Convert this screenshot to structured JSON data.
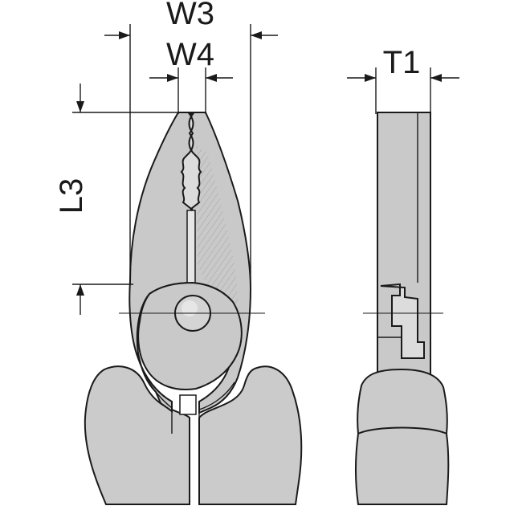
{
  "labels": {
    "w3": "W3",
    "w4": "W4",
    "t1": "T1",
    "l3": "L3"
  },
  "colors": {
    "fill": "#c9c9c9",
    "outline": "#1a1a1a",
    "background": "#ffffff"
  }
}
